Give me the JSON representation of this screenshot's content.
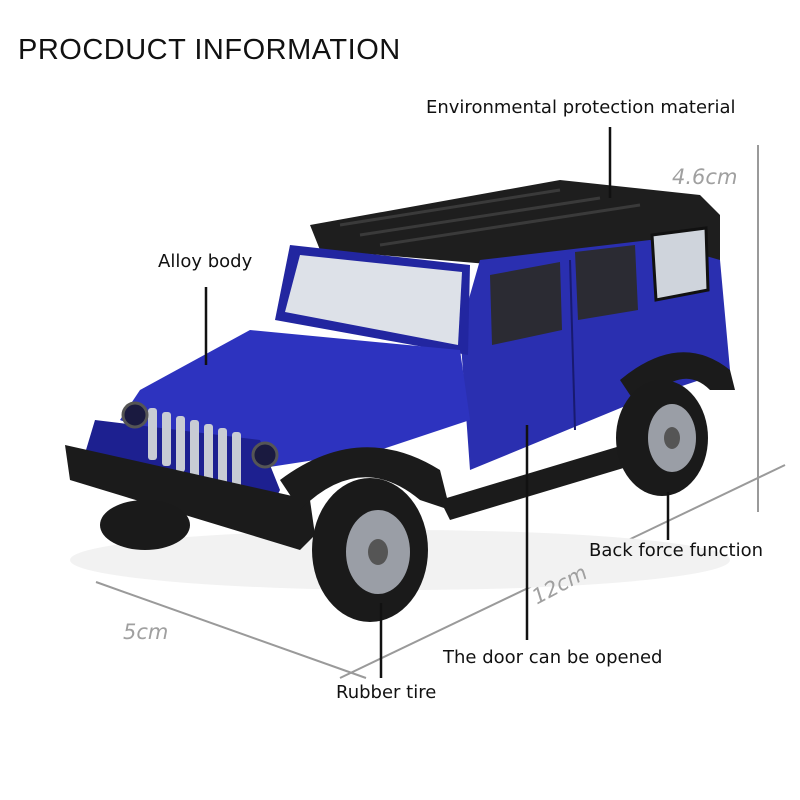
{
  "title": "PROCDUCT INFORMATION",
  "callouts": {
    "environmental": "Environmental protection material",
    "alloy": "Alloy body",
    "back_force": "Back force function",
    "door": "The door can be opened",
    "tire": "Rubber tire"
  },
  "dimensions": {
    "height": "4.6cm",
    "length": "12cm",
    "width": "5cm"
  },
  "colors": {
    "body": "#2a2fb0",
    "roof": "#1c1c1c",
    "dimension_line": "#9a9a9a",
    "callout_line": "#111111"
  },
  "image": {
    "subject": "blue toy off-road SUV model car"
  }
}
